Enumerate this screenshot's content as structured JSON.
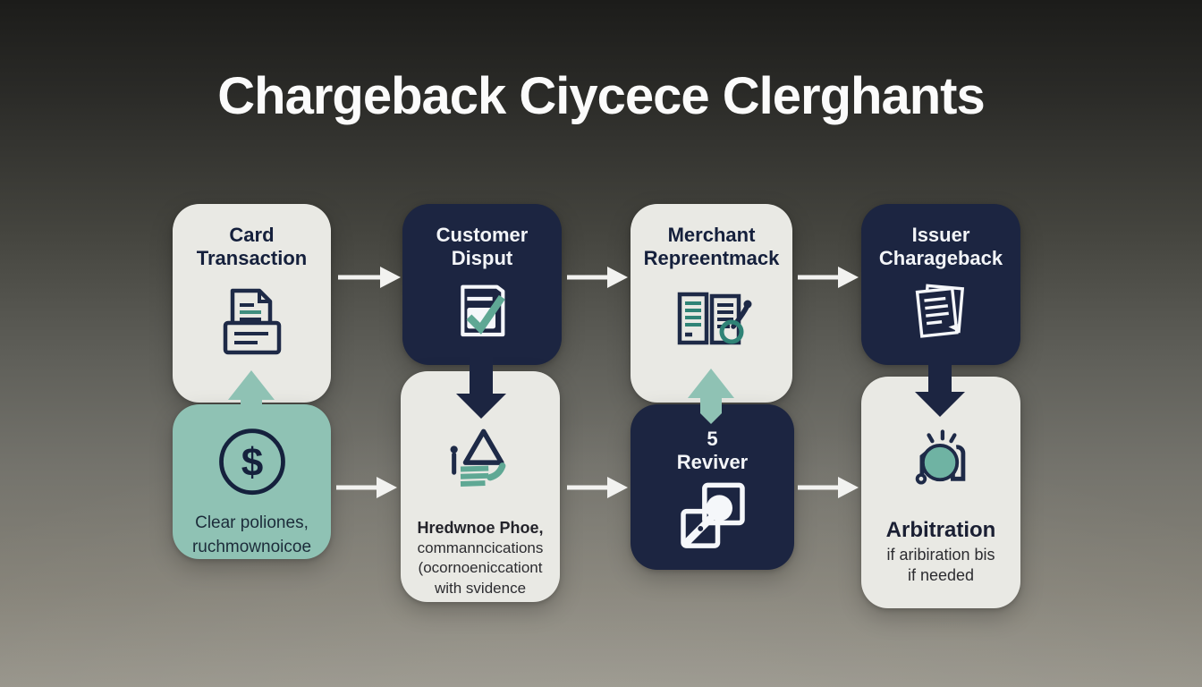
{
  "title": "Chargeback Ciycece Clerghants",
  "palette": {
    "navy": "#1c2541",
    "light_panel": "#e9e9e4",
    "teal_panel": "#8fc2b4",
    "teal_accent": "#5fa894",
    "arrow_white": "#f2f2f0"
  },
  "flow": {
    "top_row": [
      {
        "title_line1": "Card",
        "title_line2": "Transaction",
        "icon": "receipt-document-icon"
      },
      {
        "title_line1": "Customer",
        "title_line2": "Disput",
        "icon": "document-checkmark-icon"
      },
      {
        "title_line1": "Merchant",
        "title_line2": "Repreentmack",
        "icon": "documents-magnifier-icon"
      },
      {
        "title_line1": "Issuer",
        "title_line2": "Charageback",
        "icon": "stacked-documents-icon"
      }
    ],
    "bottom_row": [
      {
        "icon": "dollar-circle-icon",
        "line1": "Clear poliones,",
        "line2": "ruchmownoicoe"
      },
      {
        "icon": "warning-checklist-hand-icon",
        "heading": "Hredwnoe Phoe,",
        "line1": "commanncications",
        "line2": "(ocornoeniccationt",
        "line3": "with svidence"
      },
      {
        "title_line1": "5",
        "title_line2": "Reviver",
        "icon": "magnifier-photos-icon"
      },
      {
        "icon": "arbitration-gavel-icon",
        "heading": "Arbitration",
        "line1": "if aribiration bis",
        "line2": "if needed"
      }
    ]
  }
}
